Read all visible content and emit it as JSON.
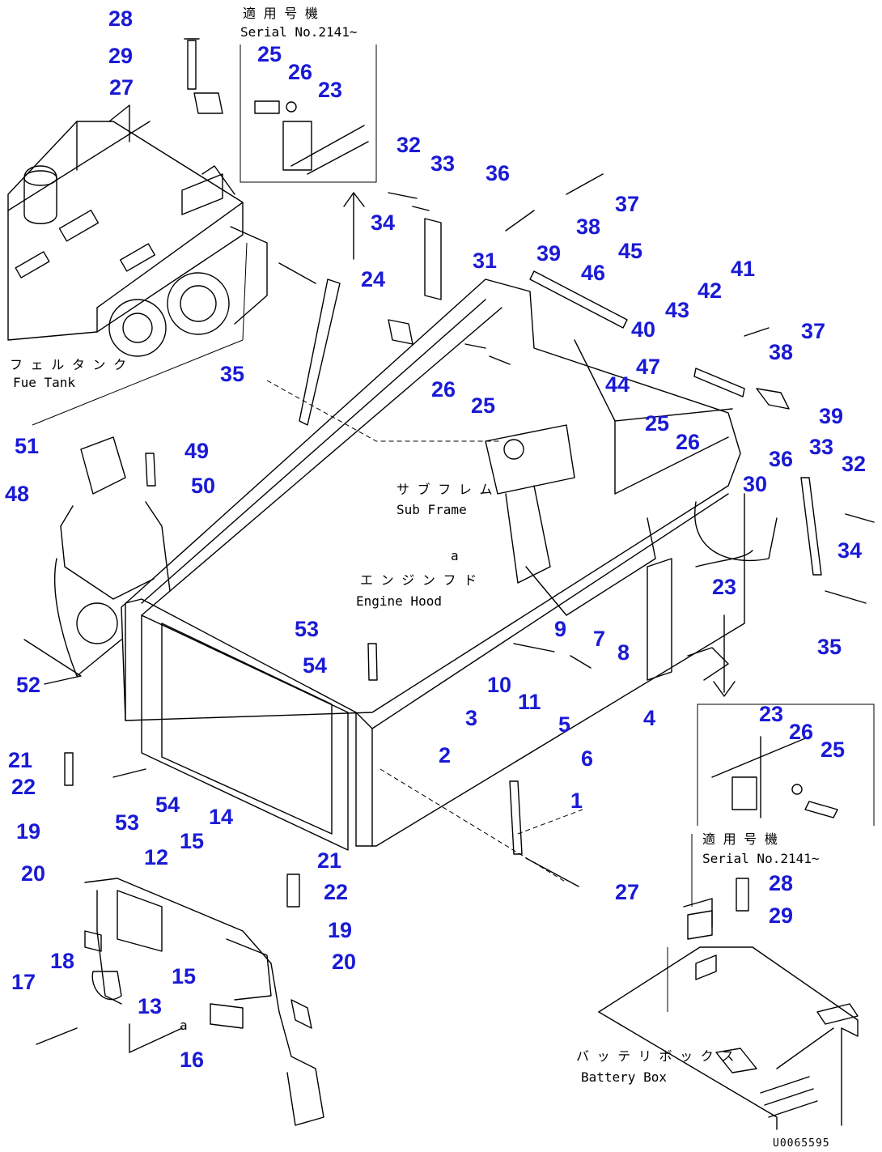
{
  "diagram": {
    "captions": {
      "fuel_tank_jp": "フ ェ ル タ ン ク",
      "fuel_tank_en": "Fue  Tank",
      "sub_frame_jp": "サ ブ フ レ  ム",
      "sub_frame_en": "Sub Frame",
      "engine_hood_jp": "エ ン ジ ン フ  ド",
      "engine_hood_en": "Engine Hood",
      "battery_box_jp": "バ ッ テ リ ボ ッ ク ス",
      "battery_box_en": "Battery Box",
      "serial_top_jp": "適 用 号 機",
      "serial_top_en": "Serial  No.2141~",
      "serial_bottom_jp": "適 用 号 機",
      "serial_bottom_en": "Serial No.2141~",
      "ref_a_top": "a",
      "ref_a_bottom": "a",
      "drawing_code": "U0065595"
    },
    "callouts": [
      "1",
      "2",
      "3",
      "4",
      "5",
      "6",
      "7",
      "8",
      "9",
      "10",
      "11",
      "12",
      "13",
      "14",
      "15",
      "15",
      "16",
      "17",
      "18",
      "19",
      "19",
      "20",
      "20",
      "21",
      "21",
      "22",
      "22",
      "23",
      "23",
      "23",
      "24",
      "25",
      "25",
      "25",
      "25",
      "26",
      "26",
      "26",
      "26",
      "27",
      "27",
      "28",
      "28",
      "29",
      "29",
      "30",
      "31",
      "32",
      "32",
      "33",
      "33",
      "34",
      "34",
      "35",
      "35",
      "36",
      "36",
      "37",
      "37",
      "38",
      "38",
      "39",
      "39",
      "40",
      "41",
      "42",
      "43",
      "44",
      "45",
      "46",
      "47",
      "48",
      "49",
      "50",
      "51",
      "52",
      "53",
      "53",
      "54",
      "54"
    ]
  }
}
